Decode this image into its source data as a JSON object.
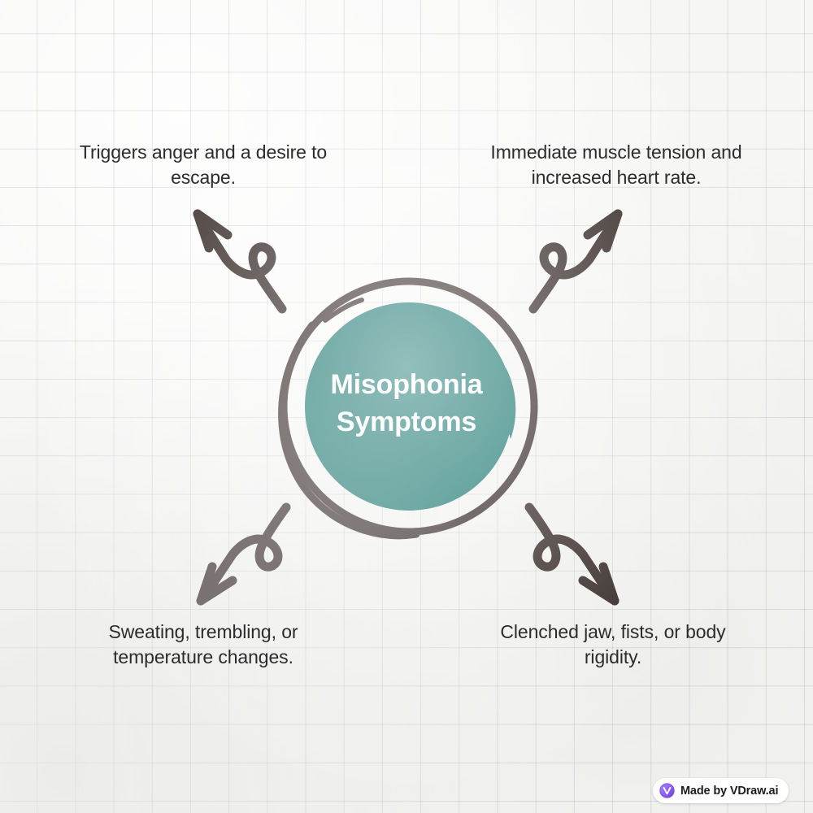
{
  "diagram": {
    "title": "Misophonia Symptoms",
    "center": {
      "label": "Misophonia\nSymptoms",
      "fill_color": "#10716a",
      "stroke_color": "#2b1f1c",
      "text_color": "#ffffff"
    },
    "background": {
      "paper_color": "#f6f6f4",
      "grid_color": "#787c80",
      "style": "graph-paper"
    },
    "nodes": [
      {
        "id": "top-left",
        "label": "Triggers anger and a desire to\nescape.",
        "position": "top-left",
        "arrow": "curved-loop-arrow-up-left"
      },
      {
        "id": "top-right",
        "label": "Immediate muscle tension and\nincreased heart rate.",
        "position": "top-right",
        "arrow": "curved-loop-arrow-up-right"
      },
      {
        "id": "bottom-left",
        "label": "Sweating, trembling, or\ntemperature changes.",
        "position": "bottom-left",
        "arrow": "curved-loop-arrow-down-left"
      },
      {
        "id": "bottom-right",
        "label": "Clenched jaw, fists, or body\nrigidity.",
        "position": "bottom-right",
        "arrow": "curved-loop-arrow-down-right"
      }
    ]
  },
  "watermark": {
    "text": "Made by VDraw.ai",
    "logo_icon": "vdraw-logo-icon",
    "logo_color": "#8b5cf6"
  }
}
